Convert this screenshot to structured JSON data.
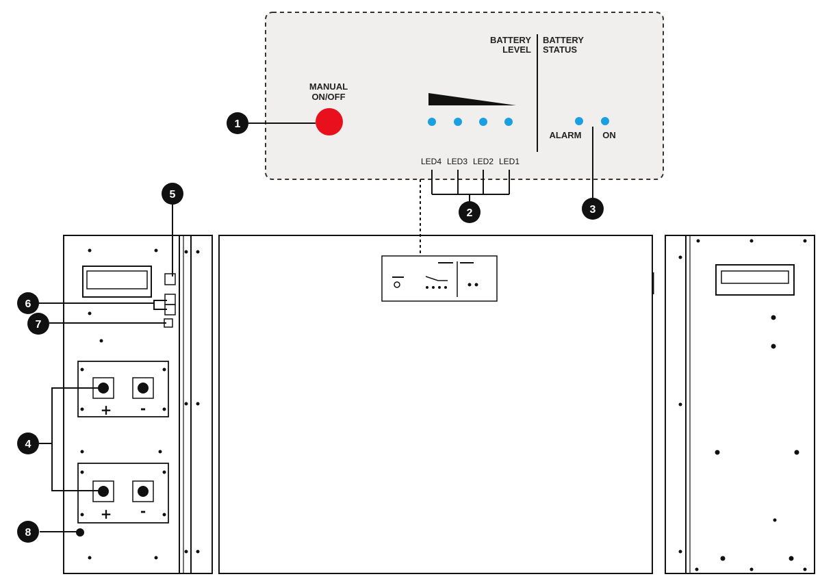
{
  "panel": {
    "manual_label_1": "MANUAL",
    "manual_label_2": "ON/OFF",
    "battery_level_1": "BATTERY",
    "battery_level_2": "LEVEL",
    "battery_status_1": "BATTERY",
    "battery_status_2": "STATUS",
    "alarm": "ALARM",
    "on": "ON",
    "leds": [
      "LED4",
      "LED3",
      "LED2",
      "LED1"
    ]
  },
  "callouts": [
    "1",
    "2",
    "3",
    "4",
    "5",
    "6",
    "7",
    "8"
  ],
  "terminals": {
    "plus": "+",
    "minus": "-"
  },
  "colors": {
    "button_red": "#e8101c",
    "led_blue": "#1aa0e0",
    "panel_bg": "#f0efee",
    "line": "#111111"
  },
  "icons": [
    "power-button-icon",
    "led-indicator-icon",
    "rj45-port-icon",
    "dip-switch-icon",
    "terminal-connector-icon",
    "ground-screw-icon"
  ]
}
